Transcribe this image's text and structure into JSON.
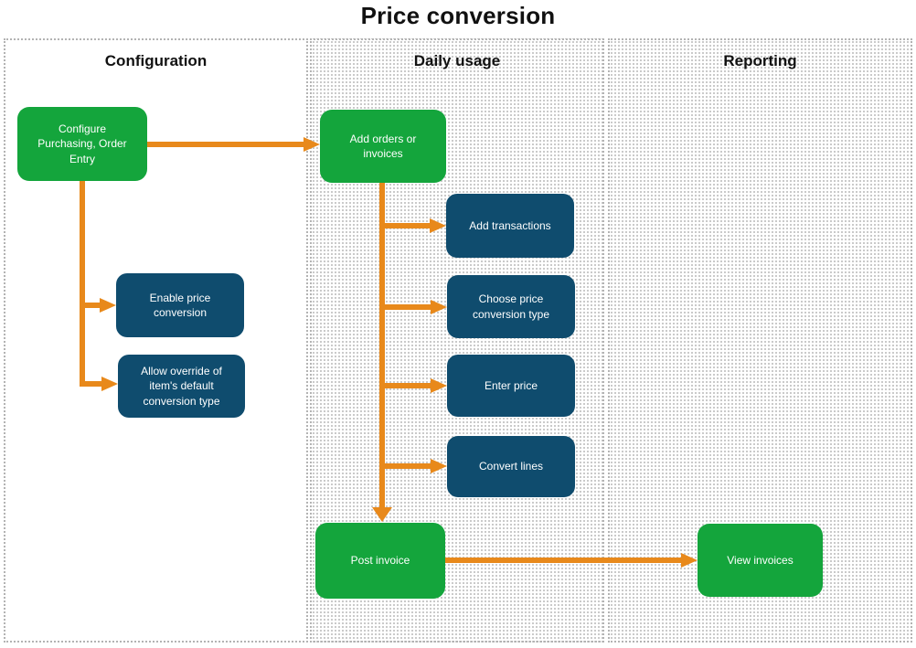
{
  "title": "Price conversion",
  "colors": {
    "green": "#14a53c",
    "navy": "#0f4c6e",
    "orange": "#e8891b",
    "lane_border": "#b3b3b3",
    "node_text": "#ffffff",
    "heading_text": "#111111"
  },
  "lanes": [
    {
      "id": "configuration",
      "label": "Configuration",
      "background": "white"
    },
    {
      "id": "daily-usage",
      "label": "Daily usage",
      "background": "dotted-pattern"
    },
    {
      "id": "reporting",
      "label": "Reporting",
      "background": "dotted-pattern"
    }
  ],
  "nodes": [
    {
      "id": "configure-purchasing",
      "label": "Configure Purchasing, Order Entry",
      "type": "green",
      "lane": "configuration"
    },
    {
      "id": "enable-price-conversion",
      "label": "Enable price conversion",
      "type": "navy",
      "lane": "configuration"
    },
    {
      "id": "allow-override",
      "label": "Allow override of item's default conversion type",
      "type": "navy",
      "lane": "configuration"
    },
    {
      "id": "add-orders-or-invoices",
      "label": "Add orders or invoices",
      "type": "green",
      "lane": "daily-usage"
    },
    {
      "id": "add-transactions",
      "label": "Add transactions",
      "type": "navy",
      "lane": "daily-usage"
    },
    {
      "id": "choose-price-conversion-type",
      "label": "Choose price conversion type",
      "type": "navy",
      "lane": "daily-usage"
    },
    {
      "id": "enter-price",
      "label": "Enter price",
      "type": "navy",
      "lane": "daily-usage"
    },
    {
      "id": "convert-lines",
      "label": "Convert lines",
      "type": "navy",
      "lane": "daily-usage"
    },
    {
      "id": "post-invoice",
      "label": "Post invoice",
      "type": "green",
      "lane": "daily-usage"
    },
    {
      "id": "view-invoices",
      "label": "View invoices",
      "type": "green",
      "lane": "reporting"
    }
  ],
  "edges": [
    {
      "from": "configure-purchasing",
      "to": "add-orders-or-invoices"
    },
    {
      "from": "configure-purchasing",
      "to": "enable-price-conversion"
    },
    {
      "from": "configure-purchasing",
      "to": "allow-override"
    },
    {
      "from": "add-orders-or-invoices",
      "to": "add-transactions"
    },
    {
      "from": "add-orders-or-invoices",
      "to": "choose-price-conversion-type"
    },
    {
      "from": "add-orders-or-invoices",
      "to": "enter-price"
    },
    {
      "from": "add-orders-or-invoices",
      "to": "convert-lines"
    },
    {
      "from": "add-orders-or-invoices",
      "to": "post-invoice"
    },
    {
      "from": "post-invoice",
      "to": "view-invoices"
    }
  ]
}
